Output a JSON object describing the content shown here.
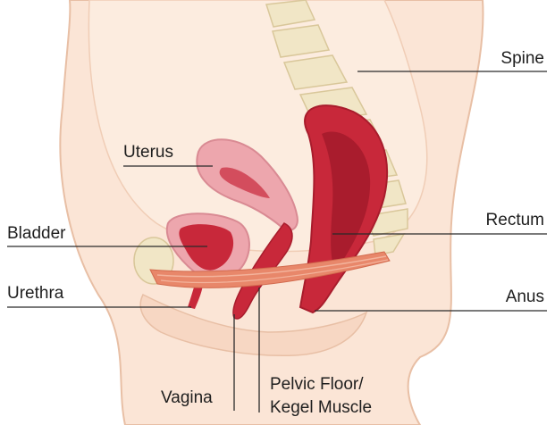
{
  "labels": {
    "spine": "Spine",
    "uterus": "Uterus",
    "rectum": "Rectum",
    "bladder": "Bladder",
    "urethra": "Urethra",
    "anus": "Anus",
    "vagina": "Vagina",
    "pelvic_floor_line1": "Pelvic Floor/",
    "pelvic_floor_line2": "Kegel Muscle"
  },
  "colors": {
    "skin": "#fbe5d6",
    "skin_outline": "#e8bfa5",
    "bone": "#f1e6c6",
    "organ_dark": "#c8283a",
    "organ_light": "#eda6ad",
    "muscle": "#e8876a",
    "leader_line": "#2a2a2a"
  }
}
